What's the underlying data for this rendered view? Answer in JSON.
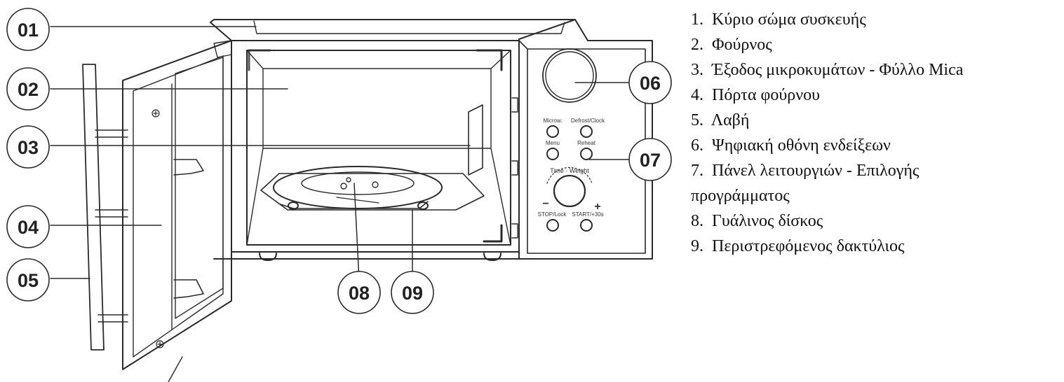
{
  "callouts": [
    "01",
    "02",
    "03",
    "04",
    "05",
    "06",
    "07",
    "08",
    "09"
  ],
  "panel": {
    "buttons": [
      "Microw.",
      "Defrost/Clock",
      "Menu",
      "Reheat",
      "STOP/Lock",
      "START/+30s"
    ],
    "dial_label": "Time · Weight",
    "dial_minus": "−",
    "dial_plus": "+"
  },
  "legend": [
    {
      "num": "1.",
      "text": "Κύριο σώμα συσκευής"
    },
    {
      "num": "2.",
      "text": "Φούρνος"
    },
    {
      "num": "3.",
      "text": "Έξοδος μικροκυμάτων - Φύλλο Mica"
    },
    {
      "num": "4.",
      "text": "Πόρτα φούρνου"
    },
    {
      "num": "5.",
      "text": "Λαβή"
    },
    {
      "num": "6.",
      "text": "Ψηφιακή οθόνη ενδείξεων"
    },
    {
      "num": "7.",
      "text": "Πάνελ λειτουργιών - Επιλογής"
    },
    {
      "num": "",
      "text": "προγράμματος"
    },
    {
      "num": "8.",
      "text": "Γυάλινος δίσκος"
    },
    {
      "num": "9.",
      "text": "Περιστρεφόμενος δακτύλιος"
    }
  ]
}
